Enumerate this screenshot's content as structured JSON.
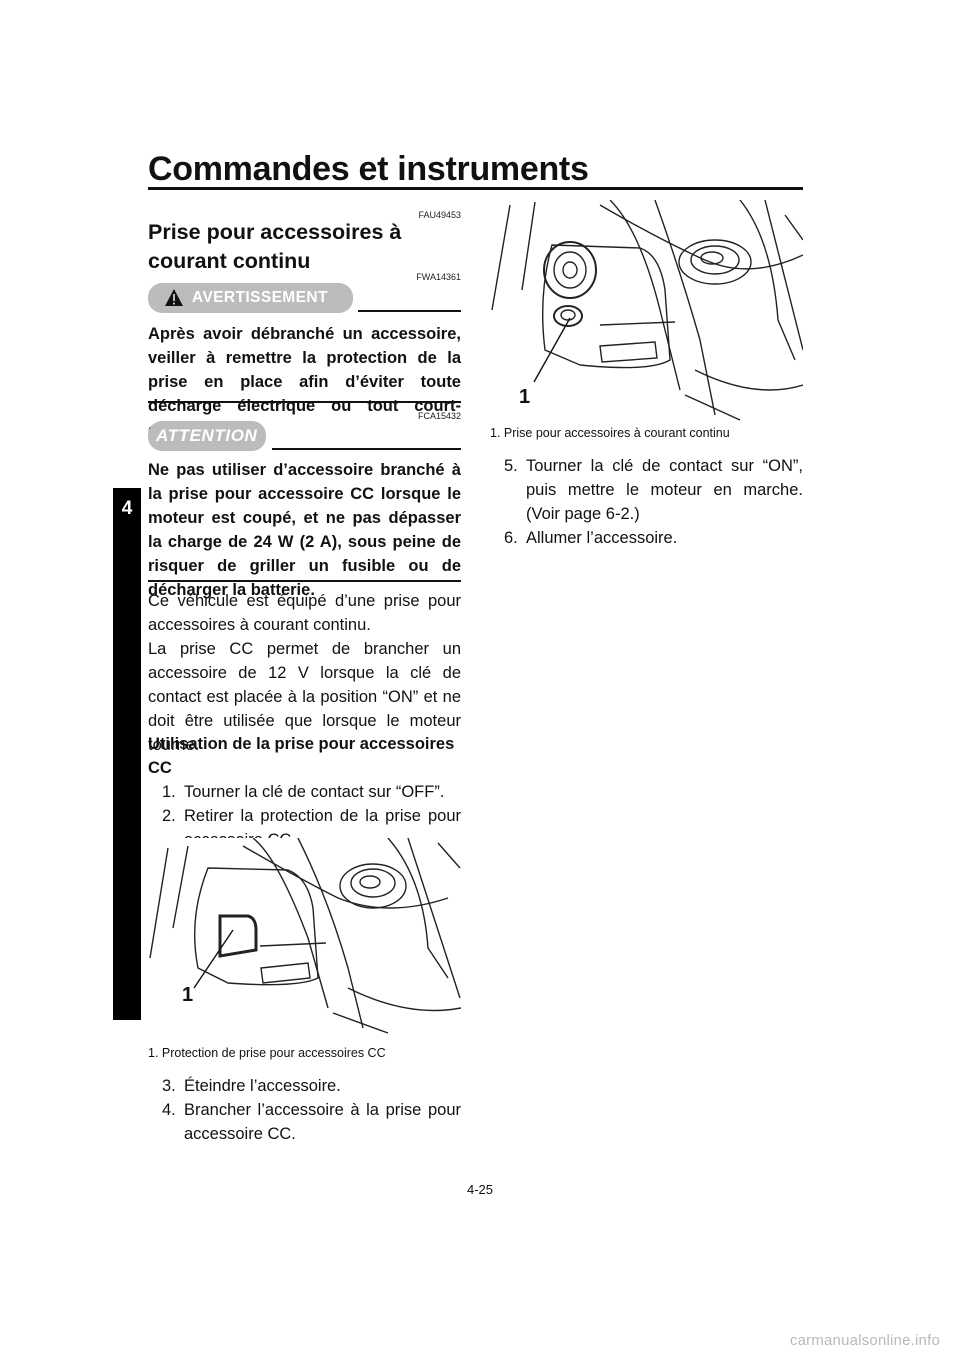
{
  "header": {
    "title": "Commandes et instruments"
  },
  "chapter_tab": {
    "number": "4"
  },
  "section": {
    "code": "FAU49453",
    "heading": "Prise pour accessoires à courant continu"
  },
  "warning": {
    "code": "FWA14361",
    "label": "AVERTISSEMENT",
    "text": "Après avoir débranché un accessoire, veiller à remettre la protection de la prise en place afin d’éviter toute décharge électrique ou tout court-circuit."
  },
  "attention": {
    "code": "FCA15432",
    "label": "ATTENTION",
    "text": "Ne pas utiliser d’accessoire branché à la prise pour accessoire CC lorsque le moteur est coupé, et ne pas dépasser la charge de 24 W (2 A), sous peine de risquer de griller un fusible ou de décharger la batterie."
  },
  "intro": {
    "p1": "Ce véhicule est équipé d’une prise pour accessoires à courant continu.",
    "p2": "La prise CC permet de brancher un accessoire de 12 V lorsque la clé de contact est placée à la position “ON” et ne doit être utilisée que lorsque le moteur tourne."
  },
  "usage": {
    "heading": "Utilisation de la prise pour accessoires CC",
    "steps_a": [
      {
        "n": "1.",
        "text": "Tourner la clé de contact sur “OFF”."
      },
      {
        "n": "2.",
        "text": "Retirer la protection de la prise pour accessoire CC."
      }
    ],
    "steps_b": [
      {
        "n": "3.",
        "text": "Éteindre l’accessoire."
      },
      {
        "n": "4.",
        "text": "Brancher l’accessoire à la prise pour accessoire CC."
      }
    ],
    "steps_c": [
      {
        "n": "5.",
        "text": "Tourner la clé de contact sur “ON”, puis mettre le moteur en marche. (Voir page 6-2.)"
      },
      {
        "n": "6.",
        "text": "Allumer l’accessoire."
      }
    ]
  },
  "figure1": {
    "callout": "1",
    "caption": "1.  Protection de prise pour accessoires CC"
  },
  "figure2": {
    "callout": "1",
    "caption": "1.  Prise pour accessoires à courant continu"
  },
  "footer": {
    "page": "4-25"
  },
  "watermark": "carmanualsonline.info"
}
